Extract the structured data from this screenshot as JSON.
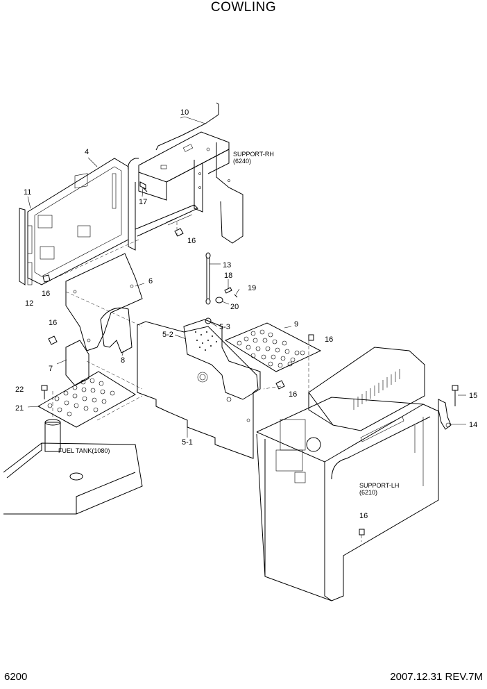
{
  "title": "COWLING",
  "footer": {
    "page_number": "6200",
    "date_rev": "2007.12.31  REV.7M"
  },
  "callouts": [
    "10",
    "4",
    "11",
    "17",
    "16",
    "12",
    "16",
    "6",
    "13",
    "18",
    "19",
    "20",
    "16",
    "7",
    "8",
    "5-2",
    "5-3",
    "9",
    "16",
    "16",
    "22",
    "21",
    "5-1",
    "15",
    "14",
    "16"
  ],
  "references": [
    {
      "line1": "SUPPORT-RH",
      "line2": "(6240)"
    },
    {
      "line1": "SUPPORT-LH",
      "line2": "(6210)"
    },
    {
      "line1": "FUEL TANK(1080)",
      "line2": ""
    }
  ]
}
